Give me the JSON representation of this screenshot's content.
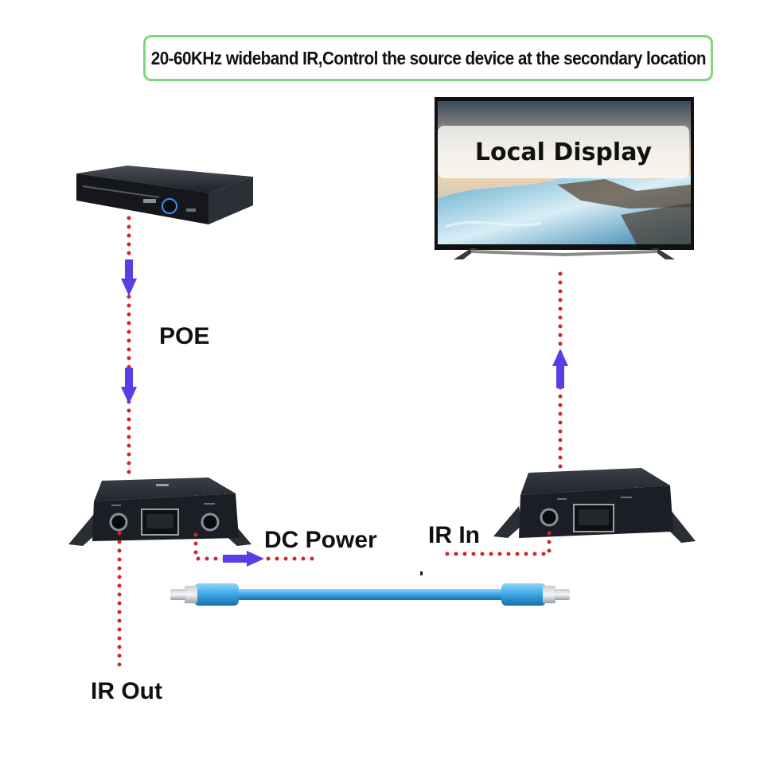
{
  "banner": {
    "text": "20-60KHz wideband IR,Control the source device at the secondary location"
  },
  "display": {
    "label": "Local Display"
  },
  "labels": {
    "poe": "POE",
    "dc_power": "DC Power",
    "ir_in": "IR In",
    "ir_out": "IR Out"
  },
  "colors": {
    "banner_border": "#7ed67e",
    "dotted_line": "#d4232b",
    "arrow": "#5b3de6",
    "cable": "#3aa6e6",
    "device_body": "#2a2e35"
  }
}
